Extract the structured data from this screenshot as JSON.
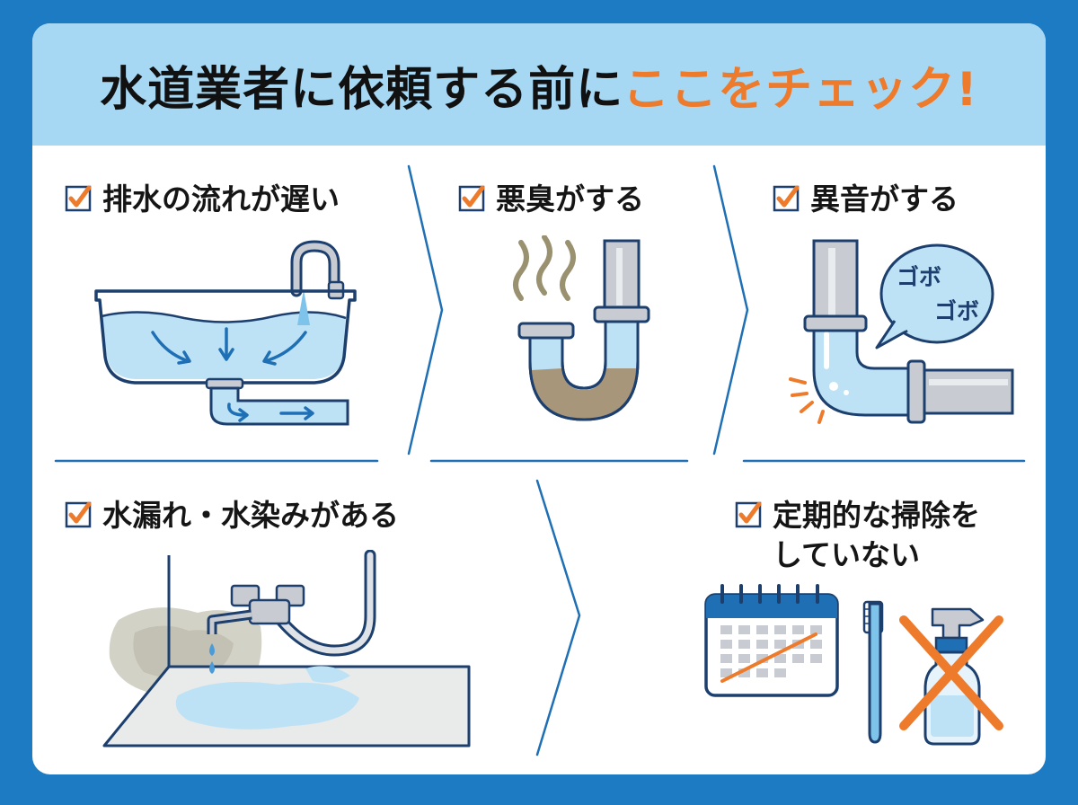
{
  "header": {
    "title_main": "水道業者に依頼する前に",
    "title_accent": "ここをチェック!"
  },
  "items": [
    {
      "label": "排水の流れが遅い"
    },
    {
      "label": "悪臭がする"
    },
    {
      "label": "異音がする",
      "bubble_line1": "ゴボ",
      "bubble_line2": "ゴボ"
    },
    {
      "label": "水漏れ・水染みがある"
    },
    {
      "label_line1": "定期的な掃除を",
      "label_line2": "していない"
    }
  ],
  "colors": {
    "background": "#1d7bc3",
    "header": "#a6d8f4",
    "accent": "#ee7b2b",
    "line": "#1f6fb5",
    "water": "#bde2f6",
    "checkbox": "#1c3f6e"
  }
}
